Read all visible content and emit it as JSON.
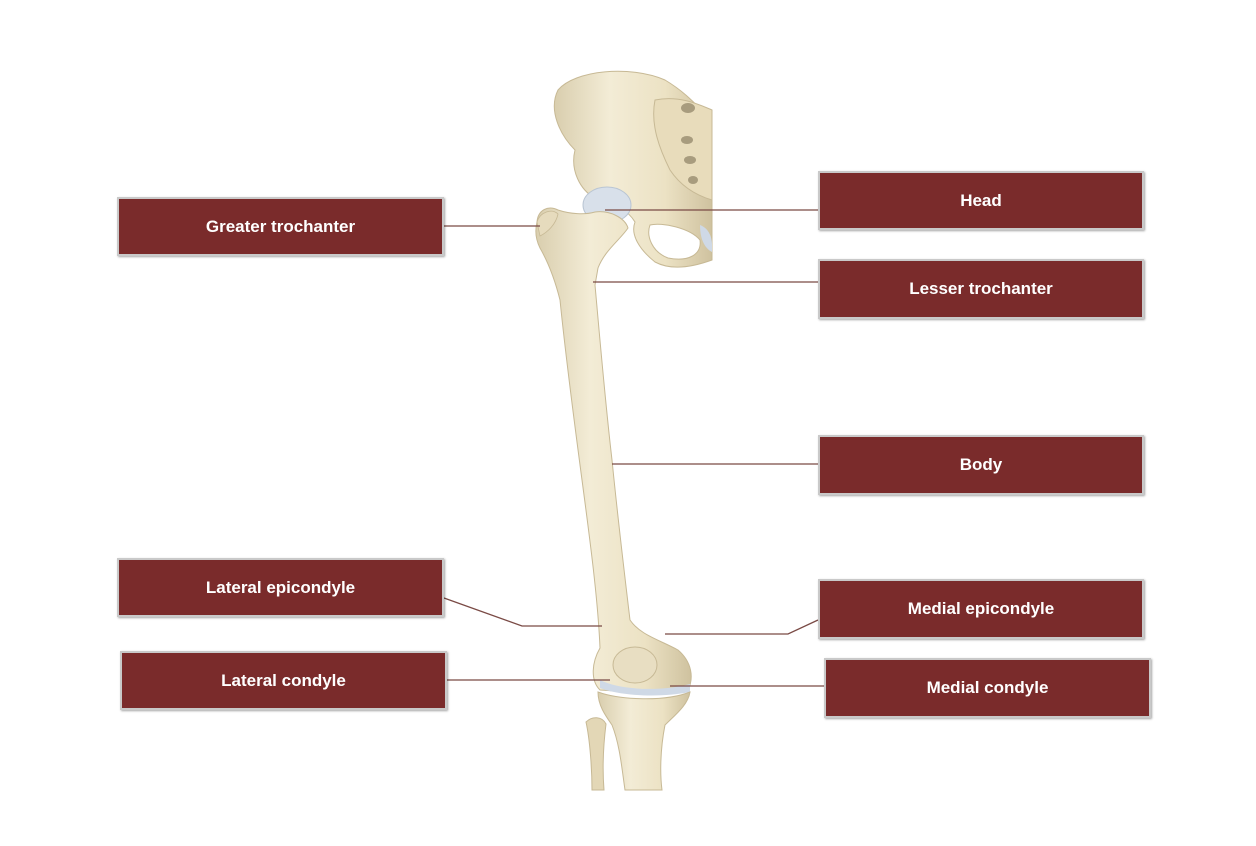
{
  "colors": {
    "label_bg": "#7a2b2b",
    "label_border": "#c9c9c9",
    "label_text": "#ffffff",
    "leader_line": "#7a4a45",
    "bone": "#efe6cc",
    "cartilage": "#cfd9e6"
  },
  "labels": {
    "greater_trochanter": "Greater trochanter",
    "head": "Head",
    "lesser_trochanter": "Lesser trochanter",
    "body": "Body",
    "lateral_epicondyle": "Lateral epicondyle",
    "medial_epicondyle": "Medial epicondyle",
    "lateral_condyle": "Lateral condyle",
    "medial_condyle": "Medial condyle"
  }
}
